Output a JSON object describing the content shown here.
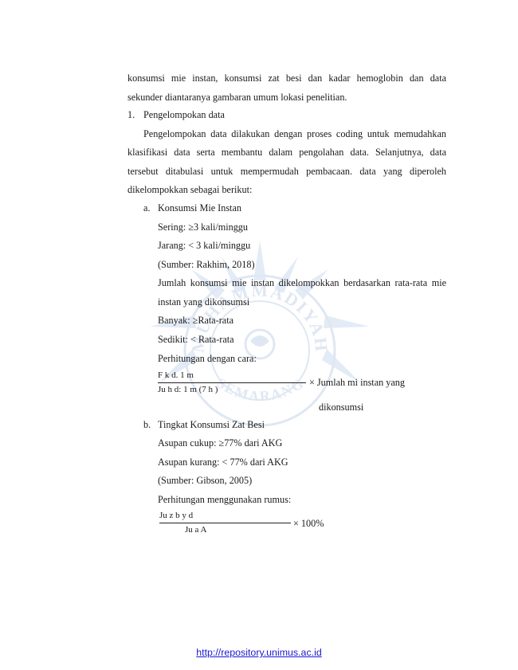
{
  "paragraphs": {
    "intro_line1": "konsumsi mie instan, konsumsi zat besi dan kadar hemoglobin dan data",
    "intro_line2": "sekunder diantaranya gambaran umum lokasi penelitian.",
    "section_number": "1.",
    "section_title": "Pengelompokan data",
    "body_line1": "Pengelompokan data dilakukan dengan proses coding untuk memudahkan",
    "body_line2": "klasifikasi data serta membantu dalam pengolahan data. Selanjutnya, data",
    "body_line3": "tersebut ditabulasi untuk mempermudah pembacaan. data yang diperoleh",
    "body_line4": "dikelompokkan sebagai berikut:"
  },
  "item_a": {
    "marker": "a.",
    "title": "Konsumsi Mie Instan",
    "sering": "Sering:  ≥3 kali/minggu",
    "jarang": "Jarang: < 3 kali/minggu",
    "source": "(Sumber: Rakhim, 2018)",
    "desc_line1": "Jumlah konsumsi mie instan dikelompokkan berdasarkan rata-rata mie",
    "desc_line2": "instan yang dikonsumsi",
    "banyak": "Banyak:  ≥Rata-rata",
    "sedikit": "Sedikit: < Rata-rata",
    "calc_label": "Perhitungan dengan cara:",
    "frac_num": "F          k           d.        1 m",
    "frac_den": "Ju         h     d:         1 m          (7 h     )",
    "frac_tail": "× Jumlah mi instan yang",
    "frac_tail2": "dikonsumsi"
  },
  "item_b": {
    "marker": "b.",
    "title": "Tingkat Konsumsi Zat Besi",
    "cukup": "Asupan cukup:  ≥77% dari AKG",
    "kurang": "Asupan kurang: < 77% dari AKG",
    "source": "(Sumber: Gibson, 2005)",
    "calc_label": "Perhitungan menggunakan rumus:",
    "frac_num": "Ju          z     b      y          d",
    "frac_den": "Ju           a           A",
    "frac_tail": "× 100%"
  },
  "watermark": {
    "arc_top": "MUHAMMADIYAH",
    "arc_bottom": "SEMARANG",
    "color": "#9fb8dc",
    "ray_color": "#a9c2e4"
  },
  "footer": {
    "link_text": "http://repository.unimus.ac.id",
    "link_color": "#1a1ad0"
  }
}
